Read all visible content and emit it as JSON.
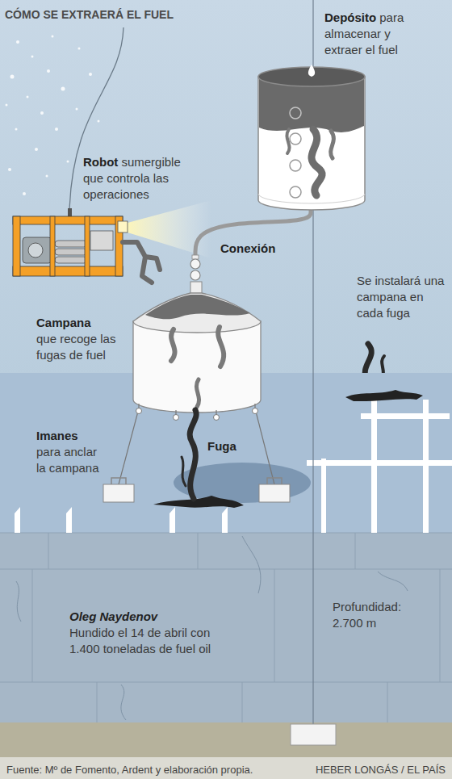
{
  "diagram": {
    "title": "CÓMO SE EXTRAERÁ EL FUEL",
    "caption": "Fuente: Mº de Fomento, Ardent y elaboración propia.",
    "nodes": [
      {
        "text": [
          "Depósito",
          "para almacenar y extraer el fuel"
        ]
      },
      {
        "text": [
          "Robot",
          "sumergible que controla las operaciones"
        ]
      },
      {
        "text": [
          "Campana",
          "que recoge las fugas de fuel"
        ]
      },
      {
        "text": [
          "Oleg Naydenov",
          "Hundido el 14 de abril con 1.400 toneladas de fuel oil"
        ]
      }
    ],
    "edges": [
      {
        "from": 2,
        "to": 0,
        "label": "Conexión",
        "arrow": "none"
      }
    ],
    "labels": [
      "Se instalará una campana en cada fuga",
      "Imanes",
      "para anclar la campana",
      "Fuga",
      "Profundidad: 2.700 m",
      "HEBER LONGÁS / EL PAÍS"
    ]
  }
}
